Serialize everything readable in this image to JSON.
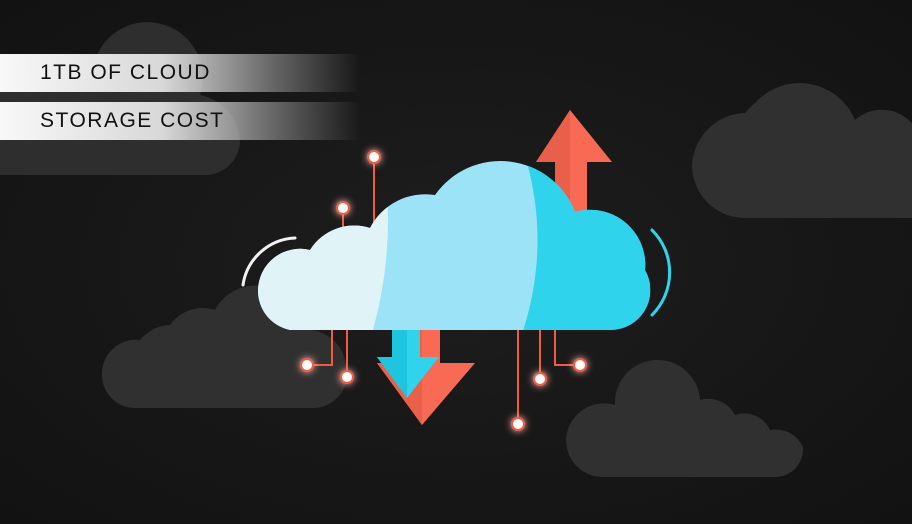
{
  "banner": {
    "line1": "1TB OF CLOUD",
    "line2": "STORAGE COST"
  },
  "illustration": {
    "subject": "cloud-storage",
    "icons": [
      "cloud-icon",
      "upload-arrow-icon",
      "download-arrow-icon",
      "circuit-node-icon"
    ]
  },
  "colors": {
    "background": "#151515",
    "dark_cloud": "#333333",
    "cloud_light": "#e0f4f8",
    "cloud_mid": "#9de3f7",
    "cloud_accent": "#2fd3ec",
    "arrow_red": "#f86a54",
    "arrow_cyan": "#2fd3ec",
    "node_fill": "#ffffff",
    "node_stroke": "#f55a40"
  }
}
